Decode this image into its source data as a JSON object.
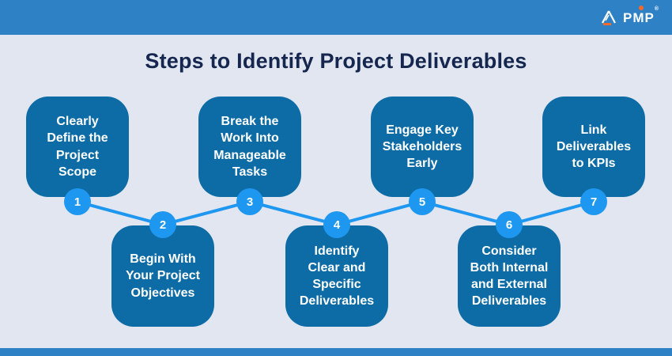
{
  "header": {
    "logo_text": "PMP",
    "logo_reg_mark": "®"
  },
  "title": "Steps to Identify Project Deliverables",
  "steps": [
    {
      "number": "1",
      "label": "Clearly\nDefine the\nProject\nScope"
    },
    {
      "number": "2",
      "label": "Begin With\nYour Project\nObjectives"
    },
    {
      "number": "3",
      "label": "Break the\nWork Into\nManageable\nTasks"
    },
    {
      "number": "4",
      "label": "Identify\nClear and\nSpecific\nDeliverables"
    },
    {
      "number": "5",
      "label": "Engage Key\nStakeholders\nEarly"
    },
    {
      "number": "6",
      "label": "Consider\nBoth Internal\nand External\nDeliverables"
    },
    {
      "number": "7",
      "label": "Link\nDeliverables\nto KPIs"
    }
  ],
  "colors": {
    "header_bar": "#2e81c4",
    "background": "#e1e6f1",
    "box": "#0d6ca6",
    "accent": "#1e97f0",
    "title": "#16274f",
    "logo_orange": "#f26a2a"
  }
}
